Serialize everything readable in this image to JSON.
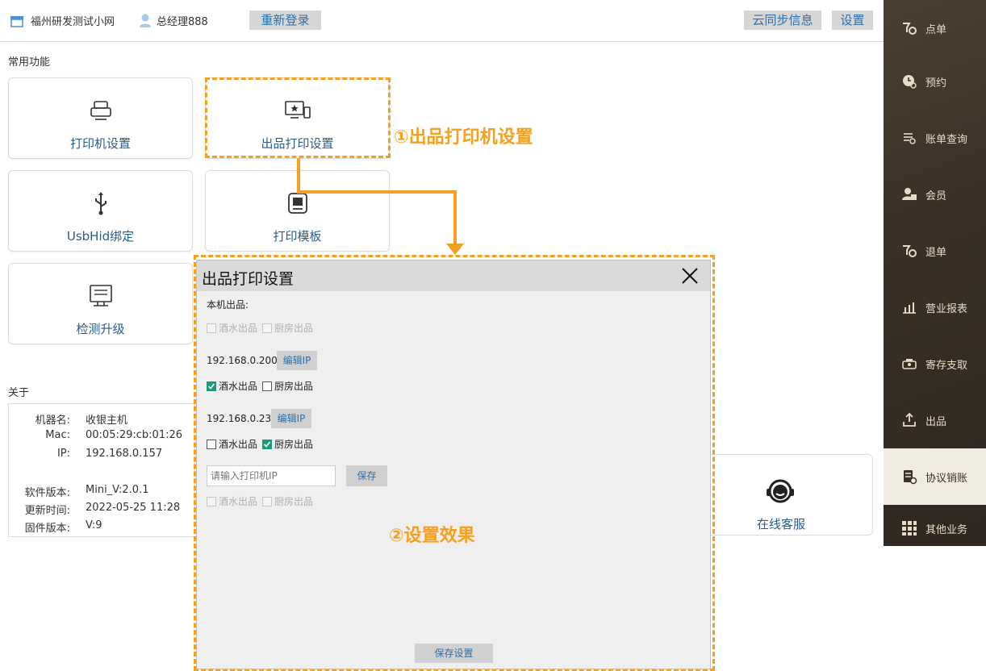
{
  "topbar": {
    "store_name": "福州研发测试小网",
    "user_name": "总经理888",
    "relogin_label": "重新登录",
    "cloud_sync_label": "云同步信息",
    "settings_label": "设置"
  },
  "common": {
    "title": "常用功能",
    "cards": [
      {
        "label": "打印机设置"
      },
      {
        "label": "出品打印设置"
      },
      {
        "label": "UsbHid绑定"
      },
      {
        "label": "打印模板"
      },
      {
        "label": "检测升级"
      }
    ]
  },
  "annotations": {
    "step1": "①出品打印机设置",
    "step2": "②设置效果"
  },
  "about": {
    "title": "关于",
    "rows": [
      {
        "key": "机器名:",
        "value": "收银主机"
      },
      {
        "key": "Mac:",
        "value": "00:05:29:cb:01:26"
      },
      {
        "key": "IP:",
        "value": "192.168.0.157"
      },
      {
        "key": "软件版本:",
        "value": "Mini_V:2.0.1"
      },
      {
        "key": "更新时间:",
        "value": "2022-05-25 11:28"
      },
      {
        "key": "固件版本:",
        "value": "V:9"
      }
    ]
  },
  "service": {
    "label": "在线客服"
  },
  "dialog": {
    "title": "出品打印设置",
    "local_label": "本机出品:",
    "local_options": [
      "酒水出品",
      "厨房出品"
    ],
    "printers": [
      {
        "ip": "192.168.0.200",
        "edit_label": "编辑IP",
        "options": [
          "酒水出品",
          "厨房出品"
        ],
        "checked": [
          true,
          false
        ]
      },
      {
        "ip": "192.168.0.23",
        "edit_label": "编辑IP",
        "options": [
          "酒水出品",
          "厨房出品"
        ],
        "checked": [
          false,
          true
        ]
      }
    ],
    "ip_placeholder": "请输入打印机IP",
    "save_label": "保存",
    "new_options": [
      "酒水出品",
      "厨房出品"
    ],
    "save_settings_label": "保存设置"
  },
  "sidebar": {
    "items": [
      {
        "label": "点单",
        "icon": "order-icon"
      },
      {
        "label": "预约",
        "icon": "clock-icon"
      },
      {
        "label": "账单查询",
        "icon": "bill-icon"
      },
      {
        "label": "会员",
        "icon": "member-icon"
      },
      {
        "label": "退单",
        "icon": "refund-icon"
      },
      {
        "label": "营业报表",
        "icon": "report-icon"
      },
      {
        "label": "寄存支取",
        "icon": "storage-icon"
      },
      {
        "label": "出品",
        "icon": "output-icon"
      },
      {
        "label": "协议销账",
        "icon": "agreement-icon",
        "active": true
      },
      {
        "label": "其他业务",
        "icon": "grid-icon"
      }
    ]
  },
  "colors": {
    "accent": "#f5a020",
    "link": "#2a5d8a",
    "sidebar_bg": "#3a3026",
    "check": "#1a9a7d"
  }
}
